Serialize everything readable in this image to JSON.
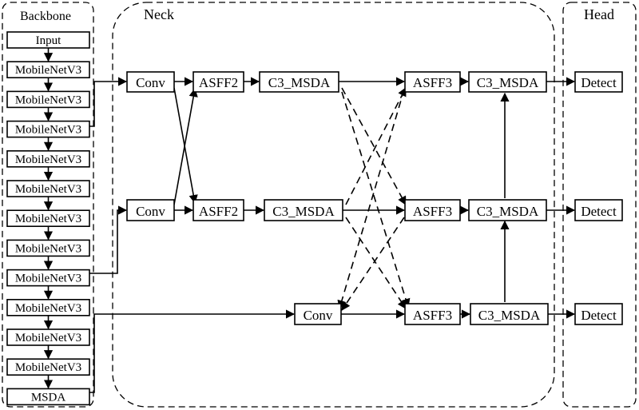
{
  "regions": {
    "backbone": "Backbone",
    "neck": "Neck",
    "head": "Head"
  },
  "backbone_blocks": [
    "Input",
    "MobileNetV3",
    "MobileNetV3",
    "MobileNetV3",
    "MobileNetV3",
    "MobileNetV3",
    "MobileNetV3",
    "MobileNetV3",
    "MobileNetV3",
    "MobileNetV3",
    "MobileNetV3",
    "MobileNetV3",
    "MSDA"
  ],
  "neck": {
    "row1": {
      "conv": "Conv",
      "asff2": "ASFF2",
      "c3a": "C3_MSDA",
      "asff3": "ASFF3",
      "c3b": "C3_MSDA"
    },
    "row2": {
      "conv": "Conv",
      "asff2": "ASFF2",
      "c3a": "C3_MSDA",
      "asff3": "ASFF3",
      "c3b": "C3_MSDA"
    },
    "row3": {
      "conv": "Conv",
      "asff3": "ASFF3",
      "c3b": "C3_MSDA"
    }
  },
  "head": [
    "Detect",
    "Detect",
    "Detect"
  ]
}
